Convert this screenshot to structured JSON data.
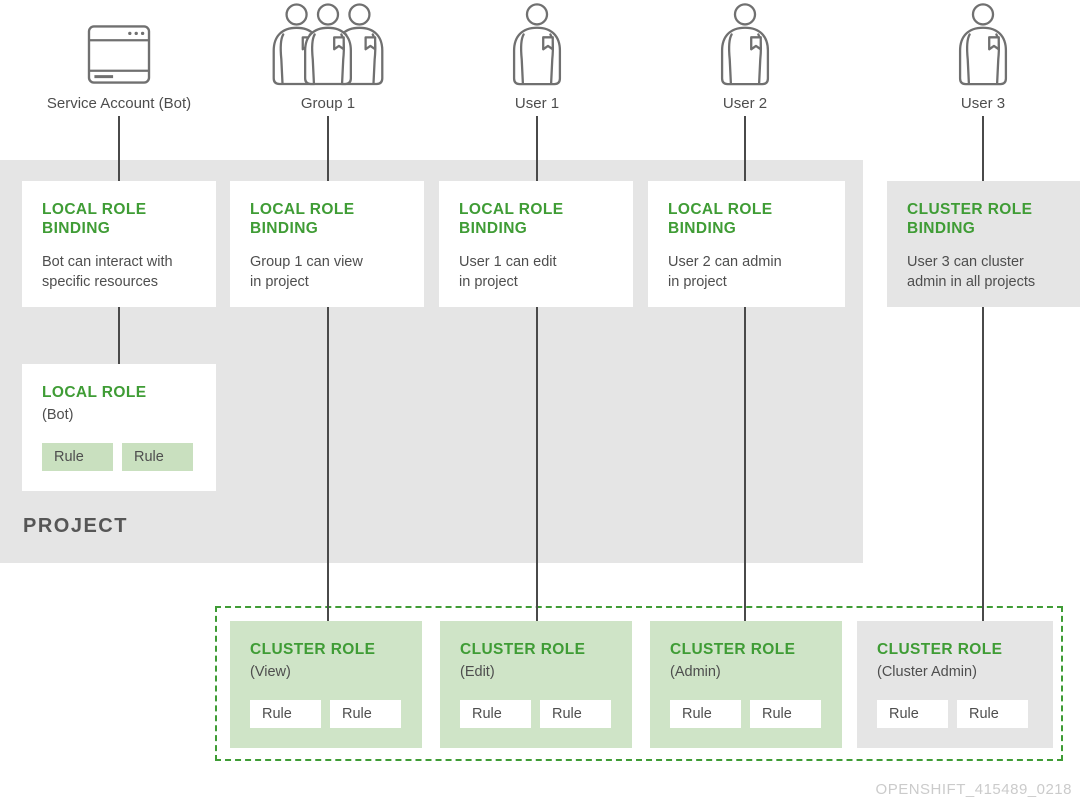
{
  "colors": {
    "accent_green": "#3f9c35",
    "light_green_fill": "#cfe4c7",
    "chip_green_fill": "#c9e0bf",
    "gray_fill": "#e5e5e5",
    "line_gray": "#4a4a4a",
    "text_gray": "#4e4e4e",
    "watermark_gray": "#cbcbcb"
  },
  "actors": [
    {
      "label": "Service Account (Bot)",
      "icon": "service-account-icon"
    },
    {
      "label": "Group 1",
      "icon": "group-icon"
    },
    {
      "label": "User 1",
      "icon": "user-icon"
    },
    {
      "label": "User 2",
      "icon": "user-icon"
    },
    {
      "label": "User 3",
      "icon": "user-icon"
    }
  ],
  "project": {
    "label": "PROJECT"
  },
  "role_bindings": [
    {
      "title": "LOCAL ROLE BINDING",
      "description": "Bot can interact with\nspecific resources"
    },
    {
      "title": "LOCAL ROLE BINDING",
      "description": "Group 1 can view\nin project"
    },
    {
      "title": "LOCAL ROLE BINDING",
      "description": "User 1 can edit\nin project"
    },
    {
      "title": "LOCAL ROLE BINDING",
      "description": "User 2 can admin\nin project"
    },
    {
      "title": "CLUSTER ROLE BINDING",
      "description": "User 3 can cluster\nadmin in all projects"
    }
  ],
  "local_role": {
    "title": "LOCAL ROLE",
    "subtitle": "(Bot)",
    "rules": [
      "Rule",
      "Rule"
    ]
  },
  "cluster_roles": [
    {
      "title": "CLUSTER ROLE",
      "subtitle": "(View)",
      "rules": [
        "Rule",
        "Rule"
      ]
    },
    {
      "title": "CLUSTER ROLE",
      "subtitle": "(Edit)",
      "rules": [
        "Rule",
        "Rule"
      ]
    },
    {
      "title": "CLUSTER ROLE",
      "subtitle": "(Admin)",
      "rules": [
        "Rule",
        "Rule"
      ]
    },
    {
      "title": "CLUSTER ROLE",
      "subtitle": "(Cluster Admin)",
      "rules": [
        "Rule",
        "Rule"
      ]
    }
  ],
  "watermark": "OPENSHIFT_415489_0218"
}
